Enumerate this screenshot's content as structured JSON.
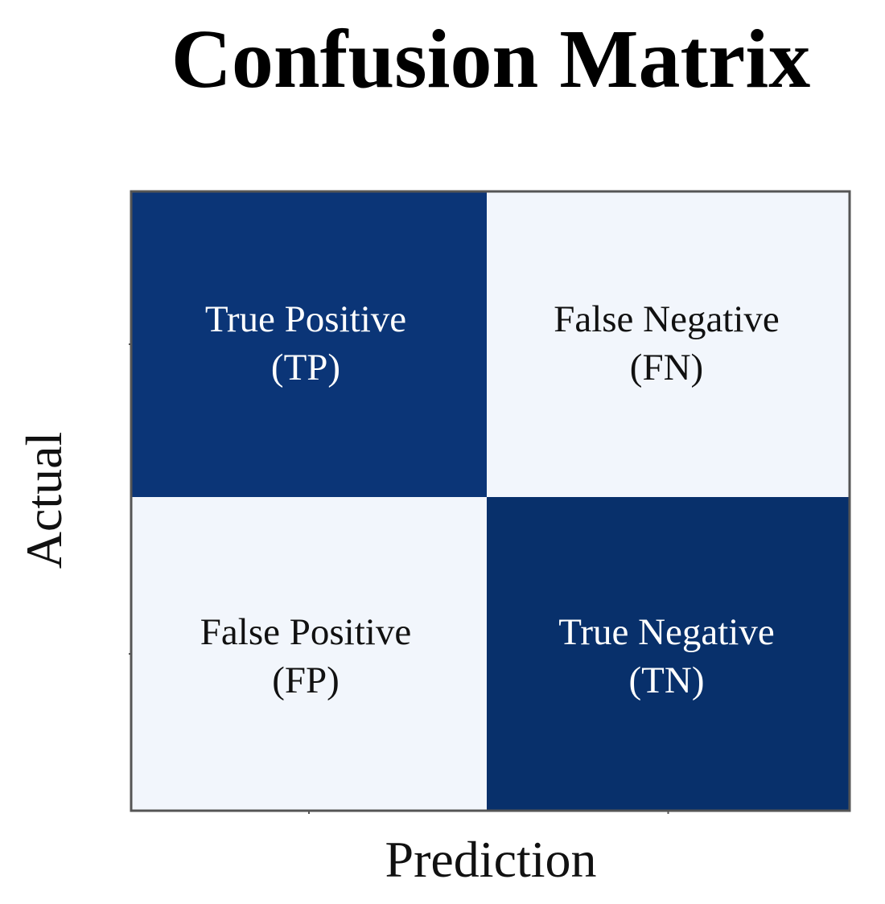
{
  "chart_data": {
    "type": "heatmap",
    "title": "Confusion Matrix",
    "xlabel": "Prediction",
    "ylabel": "Actual",
    "rows": 2,
    "cols": 2,
    "cells": [
      {
        "row": 0,
        "col": 0,
        "line1": "True Positive",
        "line2": "(TP)",
        "shade": "dark"
      },
      {
        "row": 0,
        "col": 1,
        "line1": "False Negative",
        "line2": "(FN)",
        "shade": "light"
      },
      {
        "row": 1,
        "col": 0,
        "line1": "False Positive",
        "line2": "(FP)",
        "shade": "light"
      },
      {
        "row": 1,
        "col": 1,
        "line1": "True Negative",
        "line2": "(TN)",
        "shade": "dark"
      }
    ],
    "grid": false,
    "colors": {
      "dark": "#08306b",
      "dark_alt": "#0b3577",
      "light": "#f2f6fc",
      "dark_text": "#ffffff",
      "light_text": "#111111",
      "frame": "#555555"
    }
  }
}
